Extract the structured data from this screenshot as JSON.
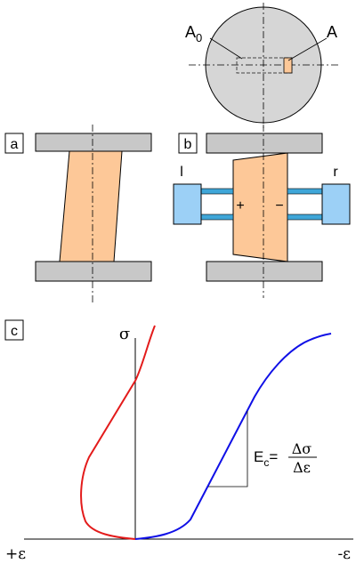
{
  "panels": {
    "a": {
      "label": "a"
    },
    "b": {
      "label": "b",
      "left_label": "l",
      "right_label": "r",
      "plus": "+",
      "minus": "−"
    },
    "c": {
      "label": "c"
    }
  },
  "cross_section": {
    "label_a0_base": "A",
    "label_a0_sub": "0",
    "label_a": "A"
  },
  "graph": {
    "y_axis_label": "σ",
    "x_left_label": "+ε",
    "x_right_label": "-ε",
    "modulus_base": "E",
    "modulus_sub": "c",
    "modulus_eq": "=",
    "numerator": "Δσ",
    "denominator": "Δε"
  },
  "colors": {
    "plate": "#c8c8c8",
    "specimen": "#fdc898",
    "disc": "#d6d6d6",
    "gauge_body": "#9cd0f6",
    "gauge_bar": "#3fa6d8",
    "curve_positive": "#e31b1b",
    "curve_negative": "#1010e6"
  }
}
